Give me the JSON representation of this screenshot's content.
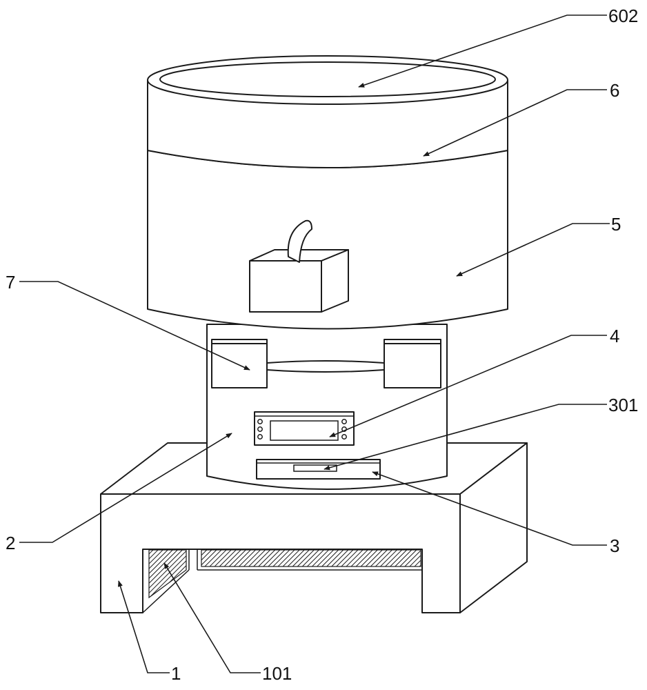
{
  "figure": {
    "labels": {
      "l602": "602",
      "l6": "6",
      "l5": "5",
      "l7": "7",
      "l4": "4",
      "l301": "301",
      "l2": "2",
      "l3": "3",
      "l1": "1",
      "l101": "101"
    }
  }
}
